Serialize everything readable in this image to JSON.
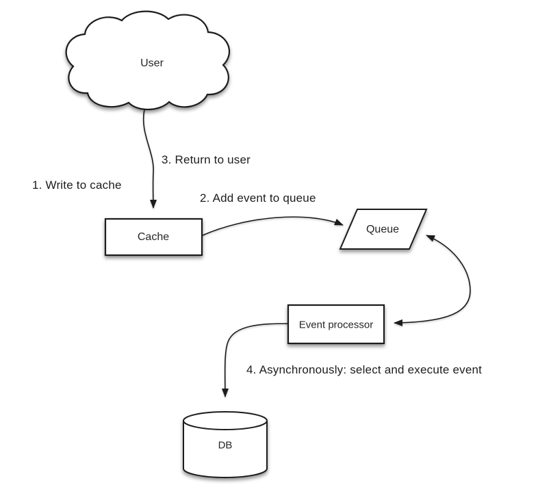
{
  "background": "#ffffff",
  "colors": {
    "shape_stroke": "#1c1c1c",
    "shape_fill": "#ffffff",
    "edge_stroke": "#1c1c1c",
    "text": "#1c1c1c",
    "shadow": "#000000"
  },
  "diagram": {
    "type": "flow-diagram",
    "nodes": {
      "user": {
        "label": "User",
        "shape": "cloud"
      },
      "cache": {
        "label": "Cache",
        "shape": "rectangle"
      },
      "queue": {
        "label": "Queue",
        "shape": "parallelogram"
      },
      "event_processor": {
        "label": "Event processor",
        "shape": "rectangle"
      },
      "db": {
        "label": "DB",
        "shape": "cylinder"
      }
    },
    "edges": {
      "user_to_cache": {
        "from": "user",
        "to": "cache",
        "direction": "one-way"
      },
      "cache_to_queue": {
        "from": "cache",
        "to": "queue",
        "direction": "one-way"
      },
      "queue_event_processor": {
        "from": "queue",
        "to": "event_processor",
        "direction": "two-way"
      },
      "event_processor_to_db": {
        "from": "event_processor",
        "to": "db",
        "direction": "one-way"
      }
    },
    "labels": {
      "step1": "1. Write to cache",
      "step2": "2. Add event to queue",
      "step3": "3. Return to user",
      "step4": "4. Asynchronously: select and execute event"
    }
  }
}
